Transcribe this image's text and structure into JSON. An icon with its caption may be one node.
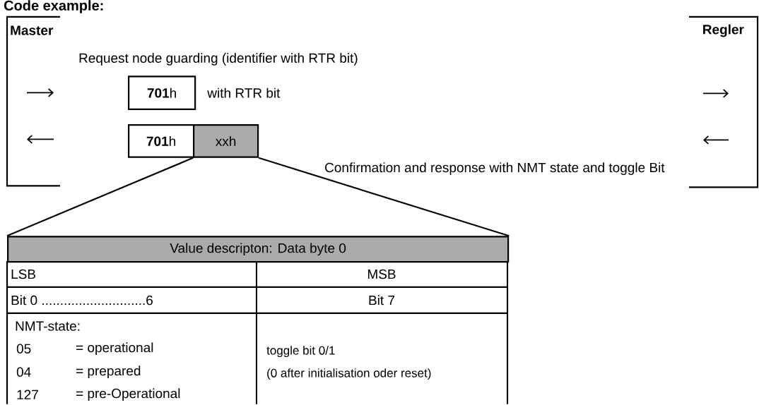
{
  "diagram": {
    "title": "Code example:",
    "nodes": [
      {
        "text": [
          "Master"
        ]
      },
      {
        "text": [
          "Regler"
        ]
      },
      {
        "text": [
          "**701**h"
        ],
        "beside": [
          "with RTR bit"
        ]
      },
      {
        "text": [
          "**701**h"
        ]
      },
      {
        "text": [
          "xxh"
        ]
      },
      {
        "text": [
          "Value descripton: Data byte 0"
        ]
      }
    ],
    "edges": [
      {
        "from": 4,
        "to": 5,
        "arrow": "none"
      },
      {
        "from": 4,
        "to": 5,
        "arrow": "none"
      }
    ],
    "labels": [
      "Request node guarding (identifier with RTR bit)",
      "Confirmation and response with NMT state and toggle Bit",
      "LSB",
      "MSB",
      "Bit 0 ............................6",
      "Bit 7",
      "NMT-state:",
      "05",
      "= operational",
      "04",
      "= prepared",
      "127",
      "= pre-Operational",
      "toggle bit 0/1",
      "(0 after initialisation oder reset)"
    ]
  }
}
